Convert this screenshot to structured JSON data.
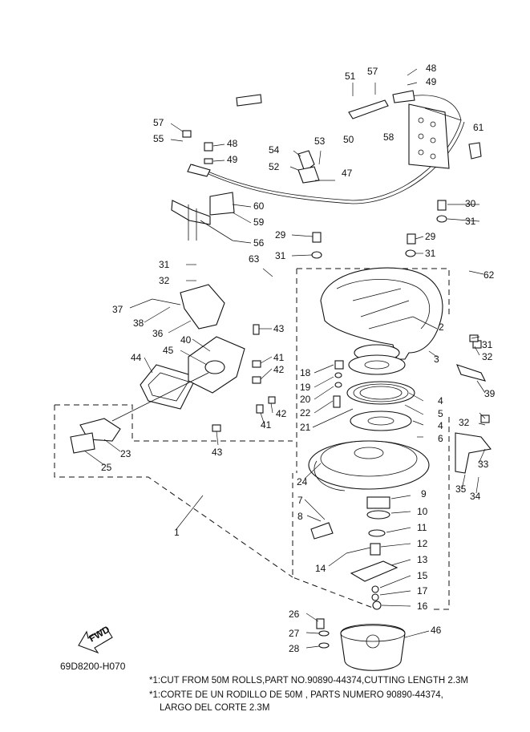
{
  "diagram_code": "69D8200-H070",
  "fwd_label": "FWD",
  "notes": [
    "*1:CUT FROM 50M ROLLS,PART NO.90890-44374,CUTTING LENGTH 2.3M",
    "*1:CORTE DE UN RODILLO DE 50M , PARTS NUMERO 90890-44374,",
    "LARGO DEL CORTE 2.3M"
  ],
  "callouts": [
    "1",
    "2",
    "3",
    "4",
    "4",
    "5",
    "6",
    "7",
    "8",
    "9",
    "10",
    "11",
    "12",
    "13",
    "14",
    "15",
    "16",
    "17",
    "18",
    "19",
    "20",
    "21",
    "22",
    "23",
    "24",
    "25",
    "26",
    "27",
    "28",
    "29",
    "29",
    "30",
    "31",
    "31",
    "31",
    "31",
    "31",
    "32",
    "32",
    "32",
    "33",
    "34",
    "35",
    "36",
    "37",
    "38",
    "39",
    "40",
    "41",
    "41",
    "42",
    "42",
    "43",
    "43",
    "44",
    "45",
    "46",
    "47",
    "48",
    "48",
    "49",
    "49",
    "50",
    "51",
    "52",
    "53",
    "54",
    "55",
    "56",
    "57",
    "57",
    "58",
    "59",
    "60",
    "61",
    "62",
    "63"
  ]
}
